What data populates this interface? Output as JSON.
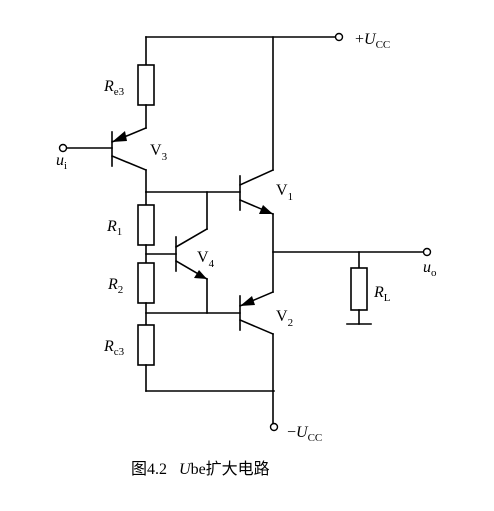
{
  "labels": {
    "vcc_sign": "+",
    "vcc_main": "U",
    "vcc_sub": "CC",
    "vee_sign": "−",
    "vee_main": "U",
    "vee_sub": "CC",
    "re3_main": "R",
    "re3_sub": "e3",
    "v3_main": "V",
    "v3_sub": "3",
    "ui_main": "u",
    "ui_sub": "i",
    "v1_main": "V",
    "v1_sub": "1",
    "r1_main": "R",
    "r1_sub": "1",
    "v4_main": "V",
    "v4_sub": "4",
    "r2_main": "R",
    "r2_sub": "2",
    "v2_main": "V",
    "v2_sub": "2",
    "rc3_main": "R",
    "rc3_sub": "c3",
    "uo_main": "u",
    "uo_sub": "o",
    "rl_main": "R",
    "rl_sub": "L"
  },
  "caption": {
    "prefix": "图4.2",
    "italic": "U",
    "suffix": "be扩大电路"
  }
}
